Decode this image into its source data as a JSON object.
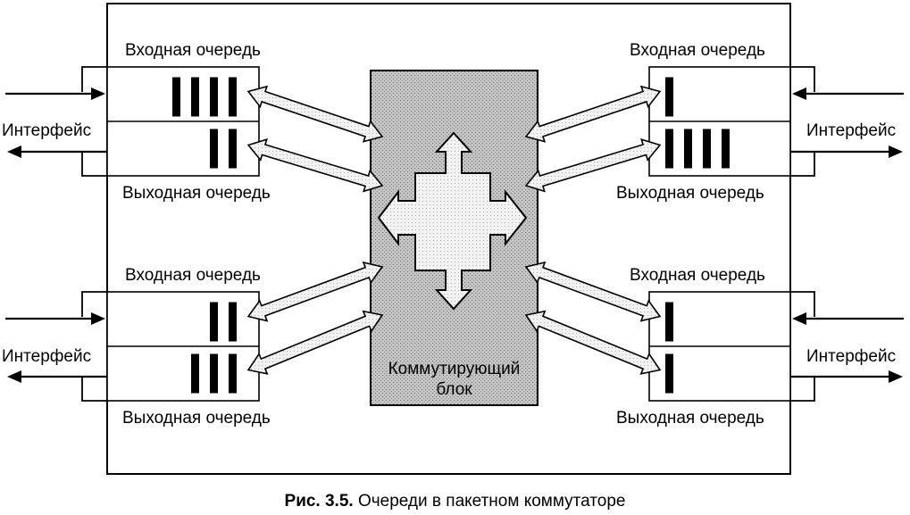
{
  "labels": {
    "input_queue": "Входная очередь",
    "output_queue": "Выходная очередь",
    "interface": "Интерфейс",
    "switch_block": "Коммутирующий\nблок"
  },
  "caption": {
    "number": "Рис. 3.5.",
    "text": "Очереди в пакетном коммутаторе"
  },
  "ports": [
    {
      "id": "top-left",
      "input_packets": 4,
      "output_packets": 2
    },
    {
      "id": "bottom-left",
      "input_packets": 2,
      "output_packets": 3
    },
    {
      "id": "top-right",
      "input_packets": 1,
      "output_packets": 4
    },
    {
      "id": "bottom-right",
      "input_packets": 1,
      "output_packets": 1
    }
  ]
}
